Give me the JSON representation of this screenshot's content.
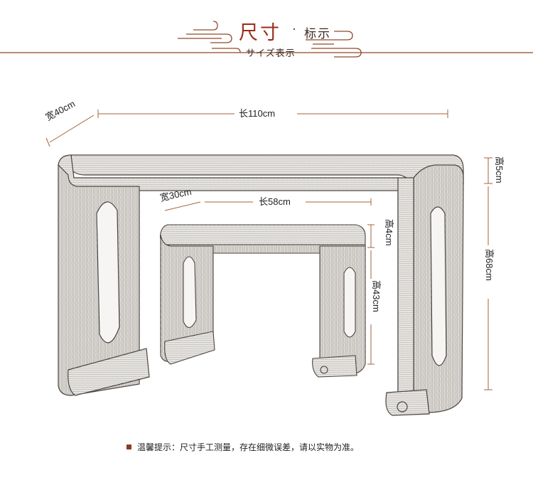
{
  "header": {
    "title": "尺寸",
    "dot": "·",
    "subtitle": "标示",
    "subtitle_jp": "サイズ表示"
  },
  "dimensions": {
    "large": {
      "width": "宽40cm",
      "length": "长110cm",
      "top_thickness": "高5cm",
      "height": "高68cm"
    },
    "small": {
      "width": "宽30cm",
      "length": "长58cm",
      "top_thickness": "高4cm",
      "height": "高43cm"
    }
  },
  "note": "温馨提示：尺寸手工测量，存在细微误差，请以实物为准。",
  "colors": {
    "accent_red": "#9b2c1c",
    "line_brown": "#a5633a",
    "bullet": "#8a3a26"
  }
}
